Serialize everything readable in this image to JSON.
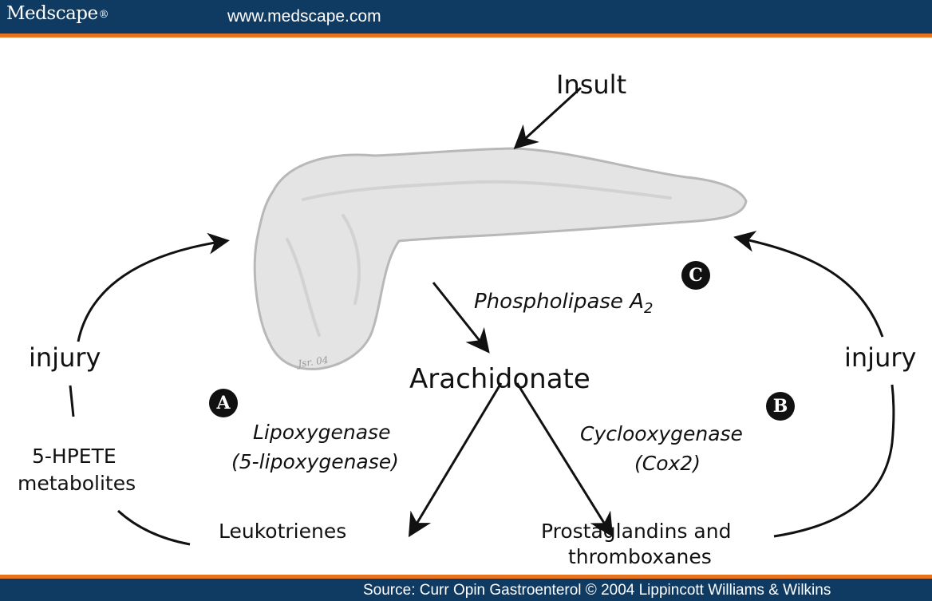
{
  "header": {
    "brand": "Medscape",
    "brand_mark": "®",
    "url": "www.medscape.com"
  },
  "diagram": {
    "insult": "Insult",
    "enzyme_c": {
      "badge": "C",
      "name": "Phospholipase A",
      "subscript": "2"
    },
    "arachidonate": "Arachidonate",
    "enzyme_a": {
      "badge": "A",
      "line1": "Lipoxygenase",
      "line2": "(5-lipoxygenase)"
    },
    "enzyme_b": {
      "badge": "B",
      "line1": "Cyclooxygenase",
      "line2": "(Cox2)"
    },
    "leukotrienes": "Leukotrienes",
    "prostaglandins": {
      "line1": "Prostaglandins and",
      "line2": "thromboxanes"
    },
    "hpete": {
      "line1": "5-HPETE",
      "line2": "metabolites"
    },
    "injury_left": "injury",
    "injury_right": "injury",
    "artist_signature": "Jsr. 04",
    "colors": {
      "organ_fill": "#e4e4e4",
      "organ_stroke": "#b8b8b8",
      "arrow": "#111111"
    }
  },
  "footer": {
    "source": "Source: Curr Opin Gastroenterol © 2004 Lippincott Williams & Wilkins"
  }
}
